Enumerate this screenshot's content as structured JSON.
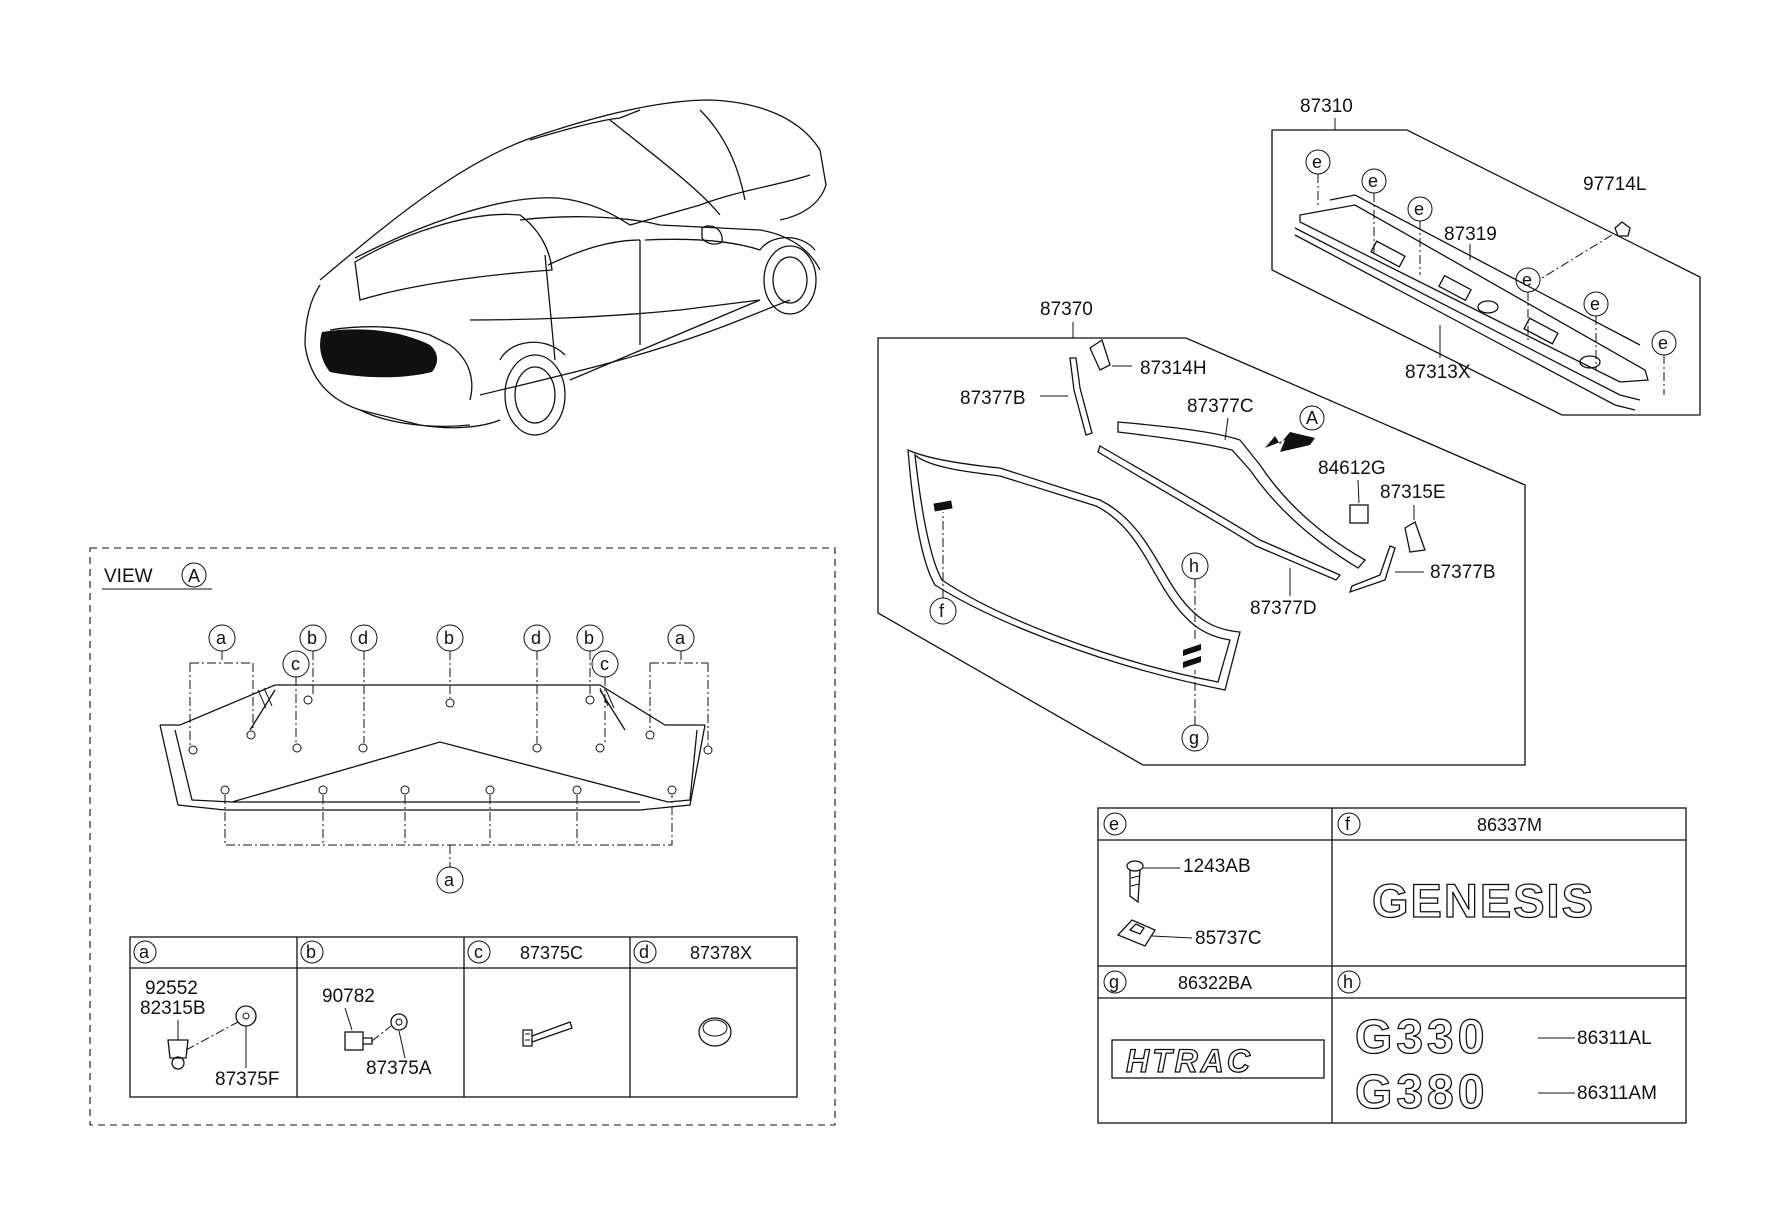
{
  "view_label": "VIEW",
  "view_callout": "A",
  "arrow_callout": "A",
  "part_labels": {
    "p87310": "87310",
    "p97714L": "97714L",
    "p87319": "87319",
    "p87313X": "87313X",
    "p87370": "87370",
    "p87314H": "87314H",
    "p87377B_top": "87377B",
    "p87377C": "87377C",
    "p84612G": "84612G",
    "p87315E": "87315E",
    "p87377B_right": "87377B",
    "p87377D": "87377D"
  },
  "callouts": {
    "a": "a",
    "b": "b",
    "c": "c",
    "d": "d",
    "e": "e",
    "f": "f",
    "g": "g",
    "h": "h"
  },
  "legend_left": {
    "a": {
      "parts": [
        "92552",
        "82315B",
        "87375F"
      ]
    },
    "b": {
      "parts": [
        "90782",
        "87375A"
      ]
    },
    "c": {
      "title": "87375C"
    },
    "d": {
      "title": "87378X"
    }
  },
  "legend_right": {
    "e": {
      "parts": [
        "1243AB",
        "85737C"
      ]
    },
    "f": {
      "title": "86337M",
      "emblem": "GENESIS"
    },
    "g": {
      "title": "86322BA",
      "emblem": "HTRAC"
    },
    "h": {
      "emblems": [
        "G330",
        "G380"
      ],
      "parts": [
        "86311AL",
        "86311AM"
      ]
    }
  }
}
